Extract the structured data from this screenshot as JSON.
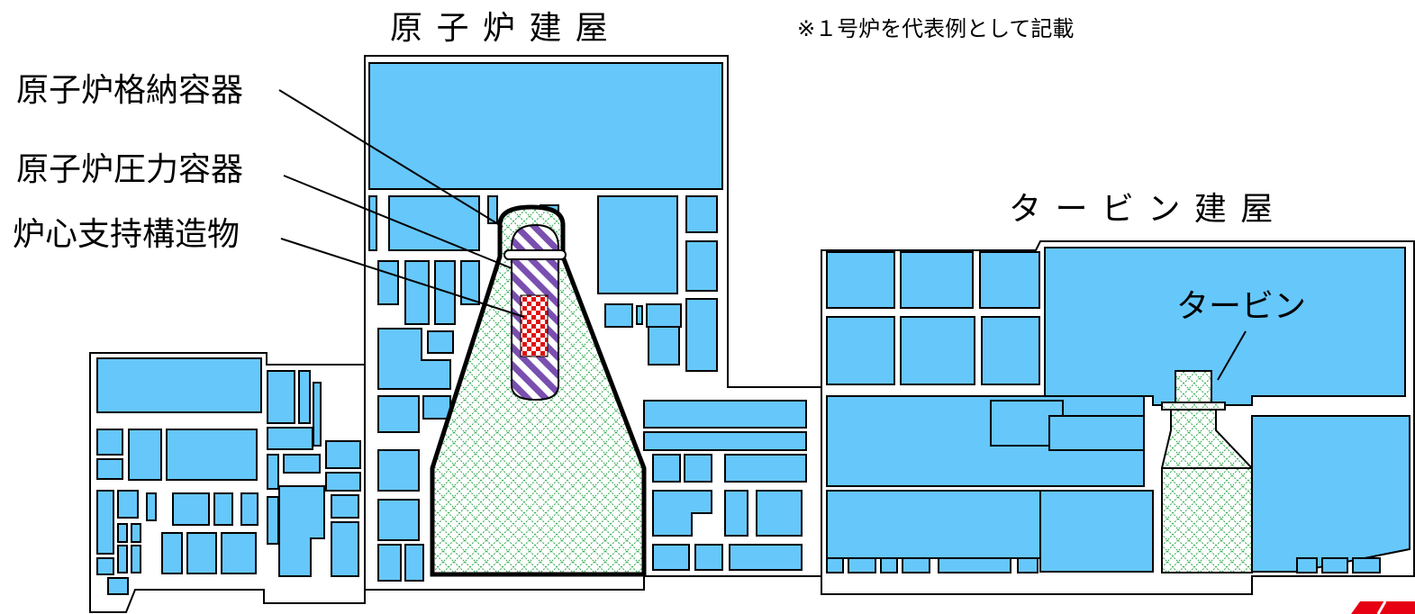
{
  "labels": {
    "reactor_building": "原 子 炉 建 屋",
    "note": "※１号炉を代表例として記載",
    "containment_vessel": "原子炉格納容器",
    "pressure_vessel": "原子炉圧力容器",
    "core_support": "炉心支持構造物",
    "turbine_building": "タ ー ビ ン 建 屋",
    "turbine": "タービン"
  },
  "colors": {
    "room_fill": "#66c7fb",
    "outline": "#000000",
    "containment_hatch": "#2aa84a",
    "pressure_vessel_stripe": "#7a4fb0",
    "core_checker": "#e01010",
    "logo_red": "#e60012"
  },
  "icons": {
    "corner_mark": "red-logo-mark"
  }
}
